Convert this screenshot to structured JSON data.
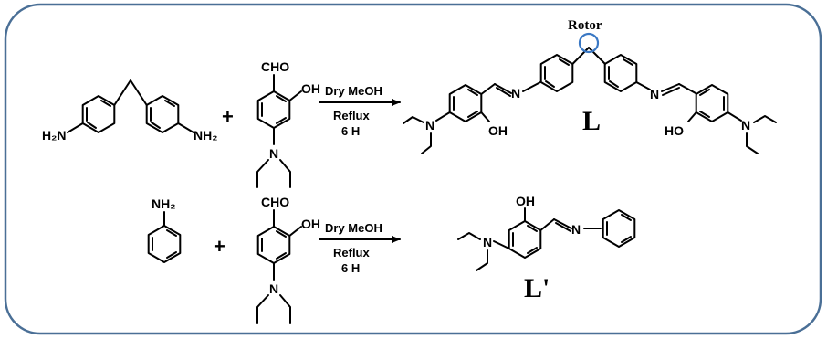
{
  "frame_color": "#4a6f96",
  "rotor_color": "#3a78c4",
  "reaction1": {
    "reactant1": {
      "amine_left": "H₂N",
      "amine_right": "NH₂"
    },
    "plus": "+",
    "reactant2": {
      "aldehyde": "CHO",
      "hydroxyl": "OH",
      "amine_n": "N"
    },
    "conditions": {
      "solvent": "Dry MeOH",
      "method": "Reflux",
      "time": "6 H"
    },
    "product": {
      "label": "L",
      "rotor": "Rotor",
      "imine_left": "N",
      "imine_right": "N",
      "oh_left": "OH",
      "oh_right": "HO",
      "amine_left": "N",
      "amine_right": "N"
    }
  },
  "reaction2": {
    "reactant1": {
      "amine": "NH₂"
    },
    "plus": "+",
    "reactant2": {
      "aldehyde": "CHO",
      "hydroxyl": "OH",
      "amine_n": "N"
    },
    "conditions": {
      "solvent": "Dry MeOH",
      "method": "Reflux",
      "time": "6 H"
    },
    "product": {
      "label": "L'",
      "hydroxyl": "OH",
      "imine": "N",
      "amine_n": "N"
    }
  }
}
